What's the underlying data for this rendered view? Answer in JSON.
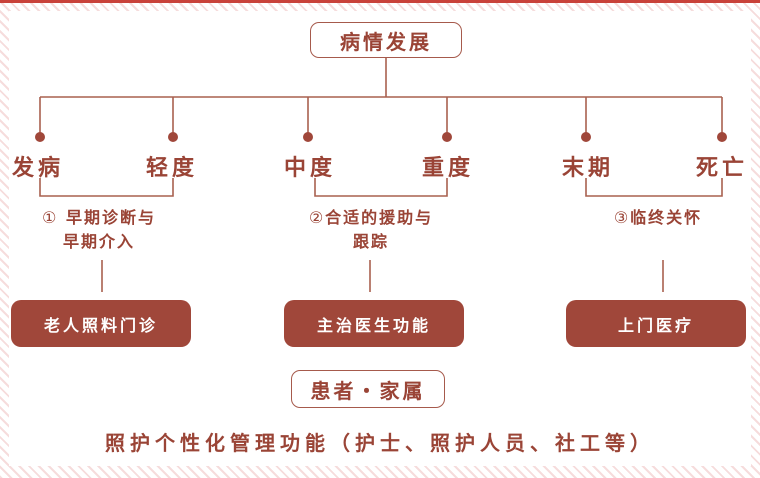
{
  "title": "病情发展",
  "stages": [
    "发病",
    "轻度",
    "中度",
    "重度",
    "末期",
    "死亡"
  ],
  "notes": [
    {
      "num": "①",
      "text": "早期诊断与\n早期介入"
    },
    {
      "num": "②",
      "text": "合适的援助与\n跟踪"
    },
    {
      "num": "③",
      "text": "临终关怀"
    }
  ],
  "services": [
    "老人照料门诊",
    "主治医生功能",
    "上门医疗"
  ],
  "patient_family": "患者・家属",
  "bottom_text": "照护个性化管理功能（护士、照护人员、社工等）",
  "colors": {
    "accent": "#a0473a",
    "text": "#9a4436",
    "border_stripe": "#f6dcdc"
  }
}
